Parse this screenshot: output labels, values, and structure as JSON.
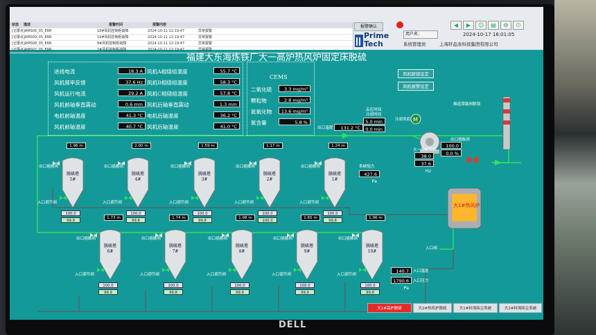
{
  "screen": {
    "title": "福建大东海炼铁厂大一高炉热风炉固定床脱硫"
  },
  "alarm_table": {
    "columns": [
      "状态",
      "描述",
      "报警时间",
      "报警内容"
    ],
    "rows": [
      [
        "[记录点]AMS06_05_ERR",
        "18#风机控制柜故障",
        "2024-10-11 12:19:47",
        "异常报警"
      ],
      [
        "[记录点]AMS09_05_ERR",
        "19#风机控制柜故障",
        "2024-10-11 12:19:47",
        "异常报警"
      ],
      [
        "[记录点]AMS08_05_ERR",
        "8#风机控制柜故障",
        "2024-10-11 12:19:47",
        "异常报警"
      ],
      [
        "[记录点]AMS07_05_ERR",
        "7#风机控制柜故障",
        "2024-10-11 12:19:47",
        "异常报警"
      ]
    ]
  },
  "header": {
    "alarm_ack": "报警确认",
    "logo_line1": "Prime",
    "logo_line2": "Tech",
    "user_label": "用户名:",
    "datetime": "2024-10-17 16:01:05",
    "sys_mgmt": "系统管理员",
    "company": "上海轩品余科技集团有限公司"
  },
  "fan_panel": {
    "rows": [
      {
        "label": "进线电流",
        "value": "18.3 A"
      },
      {
        "label": "风机频率反馈",
        "value": "37.6 Hz"
      },
      {
        "label": "风机运行电流",
        "value": "29.2 A"
      },
      {
        "label": "风机前轴垂直震动",
        "value": "0.6 mm"
      },
      {
        "label": "电机前轴温度",
        "value": "41.3 °C"
      },
      {
        "label": "风机前轴温度",
        "value": "40.7 °C"
      }
    ],
    "rows2": [
      {
        "label": "风机A相绕组温度",
        "value": "55.7 °C"
      },
      {
        "label": "风机B相绕组温度",
        "value": "58.3 °C"
      },
      {
        "label": "风机C相绕组温度",
        "value": "57.8 °C"
      },
      {
        "label": "风机后轴垂直震动",
        "value": "1.3 mm"
      },
      {
        "label": "电机后轴温度",
        "value": "36.2 °C"
      },
      {
        "label": "风机后轴温度",
        "value": "41.0 °C"
      }
    ]
  },
  "cems": {
    "title": "CEMS",
    "rows": [
      {
        "label": "二氧化硫",
        "value": "3.3 mg/m³"
      },
      {
        "label": "颗粒物",
        "value": "2.8 mg/m³"
      },
      {
        "label": "氮氧化物",
        "value": "13.6 mg/m³"
      },
      {
        "label": "氧含量",
        "value": "5.8 %"
      }
    ]
  },
  "settings": {
    "interlock": "风机联锁设定",
    "alarm": "风机报警设定"
  },
  "process": {
    "outlet_temp_label": "出口温度",
    "outlet_temp": "131.2 °C",
    "reaction_time_label": "反应时间",
    "reaction_time_value": "5.0 min",
    "reaction_time_label2": "冷却时间",
    "reaction_time_value2": "0.0 min",
    "cooling_fan_label": "冷却风机",
    "main_fan_label": "大一脱硫风机",
    "main_fan_freq": "38.0 Hz",
    "main_fan_freq2": "37.6 Hz",
    "bypass_label": "烟道旁路阀联锁",
    "bypass_pct": "100.0 %",
    "bypass_pct2": "0.0 %",
    "outlet_damper": "出口插板阀",
    "inlet_damper": "入口调节阀",
    "system_resistance_label": "系统阻力",
    "system_resistance": "427.6 Pa",
    "stove_label": "大1#热风炉",
    "inlet_temp_label": "入口温度",
    "inlet_temp": "140.7 °C",
    "inlet_pressure_label": "入口压力",
    "inlet_pressure": "1790.6 Pa",
    "inlet_valve_label": "入口阀"
  },
  "towers": [
    {
      "name": "脱硫塔",
      "no": "5#",
      "height": "1.96 m",
      "pct1": "100.0",
      "pct2": "99.9"
    },
    {
      "name": "脱硫塔",
      "no": "4#",
      "height": "2.00 m",
      "pct1": "100.0",
      "pct2": "99.8"
    },
    {
      "name": "脱硫塔",
      "no": "3#",
      "height": "1.59 m",
      "pct1": "100.0",
      "pct2": "99.8"
    },
    {
      "name": "脱硫塔",
      "no": "2#",
      "height": "1.17 m",
      "pct1": "100.0",
      "pct2": "100.0"
    },
    {
      "name": "脱硫塔",
      "no": "1#",
      "height": "1.24 m",
      "pct1": "100.0",
      "pct2": "99.8"
    },
    {
      "name": "脱硫塔",
      "no": "6#",
      "height": "1.73 m",
      "pct1": "100.0",
      "pct2": "99.9"
    },
    {
      "name": "脱硫塔",
      "no": "7#",
      "height": "1.74 m",
      "pct1": "100.0",
      "pct2": "99.8"
    },
    {
      "name": "脱硫塔",
      "no": "8#",
      "height": "1.98 m",
      "pct1": "100.0",
      "pct2": "99.9"
    },
    {
      "name": "脱硫塔",
      "no": "9#",
      "height": "1.65 m",
      "pct1": "100.0",
      "pct2": "99.9"
    },
    {
      "name": "脱硫塔",
      "no": "10#",
      "height": "1.96 m",
      "pct1": "100.0",
      "pct2": "99.8"
    }
  ],
  "valve_labels": {
    "outlet": "出口插板阀",
    "inlet": "入口调节阀"
  },
  "bottom_tabs": [
    "大1#高炉脱硫",
    "大2#热风炉脱硫",
    "大1#料场除尘系统",
    "大2#料场除尘系统"
  ],
  "bezel": {
    "brand": "DELL"
  },
  "colors": {
    "screen_bg": "#139a98",
    "pipe": "#2ee35a",
    "alarm_red": "#e52a2a"
  }
}
